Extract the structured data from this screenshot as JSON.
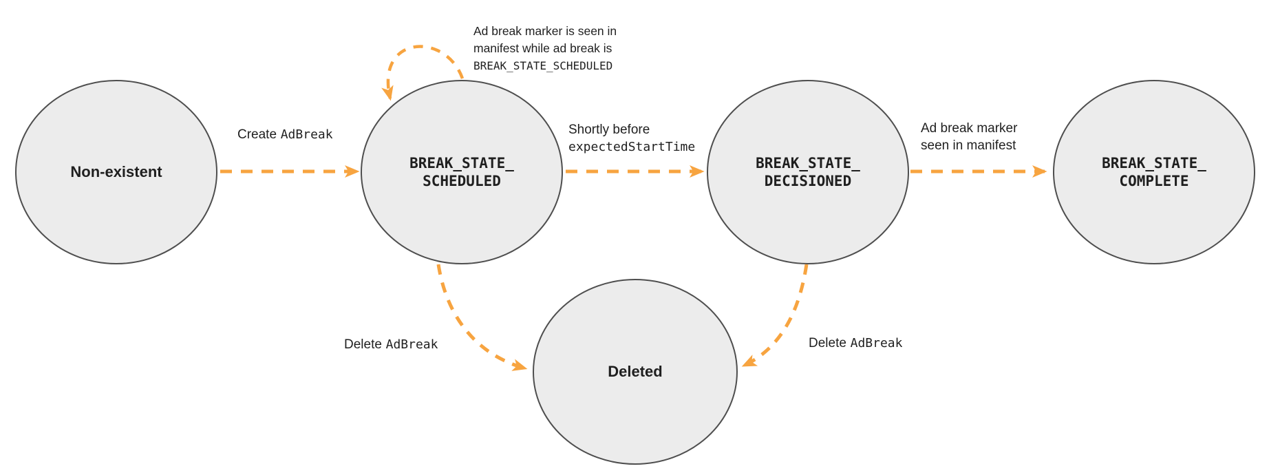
{
  "diagram": {
    "type": "state-transition-diagram",
    "subject": "Ad break lifecycle states",
    "colors": {
      "arrow": "#F7A440",
      "node_fill": "#ECECEC",
      "node_border": "#4E4E4E",
      "text": "#1F1F1F",
      "background": "#FFFFFF"
    },
    "nodes": {
      "non_existent": {
        "label": "Non-existent"
      },
      "scheduled": {
        "line1": "BREAK_STATE_",
        "line2": "SCHEDULED"
      },
      "decisioned": {
        "line1": "BREAK_STATE_",
        "line2": "DECISIONED"
      },
      "complete": {
        "line1": "BREAK_STATE_",
        "line2": "COMPLETE"
      },
      "deleted": {
        "label": "Deleted"
      }
    },
    "edges": {
      "create": {
        "from": "Non-existent",
        "to": "BREAK_STATE_SCHEDULED",
        "label_sans": "Create",
        "label_mono": "AdBreak"
      },
      "self_loop": {
        "from": "BREAK_STATE_SCHEDULED",
        "to": "BREAK_STATE_SCHEDULED",
        "line1": "Ad break marker is seen in",
        "line2": "manifest while ad break is",
        "line3_mono": "BREAK_STATE_SCHEDULED"
      },
      "decision": {
        "from": "BREAK_STATE_SCHEDULED",
        "to": "BREAK_STATE_DECISIONED",
        "line1": "Shortly before",
        "line2_mono": "expectedStartTime"
      },
      "complete": {
        "from": "BREAK_STATE_DECISIONED",
        "to": "BREAK_STATE_COMPLETE",
        "line1": "Ad break marker",
        "line2": "seen in manifest"
      },
      "delete_scheduled": {
        "from": "BREAK_STATE_SCHEDULED",
        "to": "Deleted",
        "label_sans": "Delete",
        "label_mono": "AdBreak"
      },
      "delete_decisioned": {
        "from": "BREAK_STATE_DECISIONED",
        "to": "Deleted",
        "label_sans": "Delete",
        "label_mono": "AdBreak"
      }
    }
  }
}
